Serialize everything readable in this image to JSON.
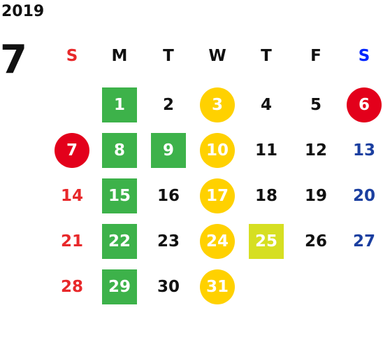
{
  "year": "2019",
  "month": "7",
  "colors": {
    "default_text": "#111111",
    "sunday": "#e8282a",
    "saturday": "#1b3fa0",
    "saturday_header": "#0024ff",
    "green": "#3db24a",
    "yellow": "#ffd100",
    "lime": "#d6df22",
    "red": "#e3001b"
  },
  "weekdays": [
    {
      "label": "S",
      "color": "#e8282a"
    },
    {
      "label": "M",
      "color": "#111111"
    },
    {
      "label": "T",
      "color": "#111111"
    },
    {
      "label": "W",
      "color": "#111111"
    },
    {
      "label": "T",
      "color": "#111111"
    },
    {
      "label": "F",
      "color": "#111111"
    },
    {
      "label": "S",
      "color": "#0024ff"
    }
  ],
  "days": [
    {
      "d": "1",
      "col": 1,
      "row": 0,
      "mark": "square",
      "fill": "#3db24a"
    },
    {
      "d": "2",
      "col": 2,
      "row": 0
    },
    {
      "d": "3",
      "col": 3,
      "row": 0,
      "mark": "circle",
      "fill": "#ffd100"
    },
    {
      "d": "4",
      "col": 4,
      "row": 0
    },
    {
      "d": "5",
      "col": 5,
      "row": 0
    },
    {
      "d": "6",
      "col": 6,
      "row": 0,
      "mark": "circle",
      "fill": "#e3001b"
    },
    {
      "d": "7",
      "col": 0,
      "row": 1,
      "mark": "circle",
      "fill": "#e3001b"
    },
    {
      "d": "8",
      "col": 1,
      "row": 1,
      "mark": "square",
      "fill": "#3db24a"
    },
    {
      "d": "9",
      "col": 2,
      "row": 1,
      "mark": "square",
      "fill": "#3db24a"
    },
    {
      "d": "10",
      "col": 3,
      "row": 1,
      "mark": "circle",
      "fill": "#ffd100"
    },
    {
      "d": "11",
      "col": 4,
      "row": 1
    },
    {
      "d": "12",
      "col": 5,
      "row": 1
    },
    {
      "d": "13",
      "col": 6,
      "row": 1,
      "color": "#1b3fa0"
    },
    {
      "d": "14",
      "col": 0,
      "row": 2,
      "color": "#e8282a"
    },
    {
      "d": "15",
      "col": 1,
      "row": 2,
      "mark": "square",
      "fill": "#3db24a"
    },
    {
      "d": "16",
      "col": 2,
      "row": 2
    },
    {
      "d": "17",
      "col": 3,
      "row": 2,
      "mark": "circle",
      "fill": "#ffd100"
    },
    {
      "d": "18",
      "col": 4,
      "row": 2
    },
    {
      "d": "19",
      "col": 5,
      "row": 2
    },
    {
      "d": "20",
      "col": 6,
      "row": 2,
      "color": "#1b3fa0"
    },
    {
      "d": "21",
      "col": 0,
      "row": 3,
      "color": "#e8282a"
    },
    {
      "d": "22",
      "col": 1,
      "row": 3,
      "mark": "square",
      "fill": "#3db24a"
    },
    {
      "d": "23",
      "col": 2,
      "row": 3
    },
    {
      "d": "24",
      "col": 3,
      "row": 3,
      "mark": "circle",
      "fill": "#ffd100"
    },
    {
      "d": "25",
      "col": 4,
      "row": 3,
      "mark": "square",
      "fill": "#d6df22"
    },
    {
      "d": "26",
      "col": 5,
      "row": 3
    },
    {
      "d": "27",
      "col": 6,
      "row": 3,
      "color": "#1b3fa0"
    },
    {
      "d": "28",
      "col": 0,
      "row": 4,
      "color": "#e8282a"
    },
    {
      "d": "29",
      "col": 1,
      "row": 4,
      "mark": "square",
      "fill": "#3db24a"
    },
    {
      "d": "30",
      "col": 2,
      "row": 4
    },
    {
      "d": "31",
      "col": 3,
      "row": 4,
      "mark": "circle",
      "fill": "#ffd100"
    }
  ]
}
